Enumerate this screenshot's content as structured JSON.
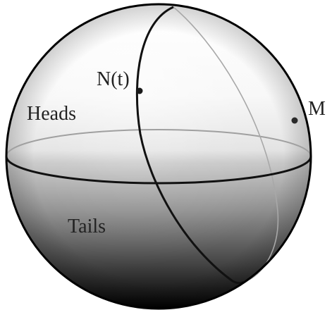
{
  "diagram": {
    "labels": {
      "heads": "Heads",
      "tails": "Tails",
      "n_t": "N(t)",
      "m": "M"
    },
    "colors": {
      "outline": "#000000",
      "back_curve": "#9a9a9a",
      "shade_light": "#ffffff",
      "shade_dark": "#000000",
      "point": "#2a2a2a"
    }
  }
}
